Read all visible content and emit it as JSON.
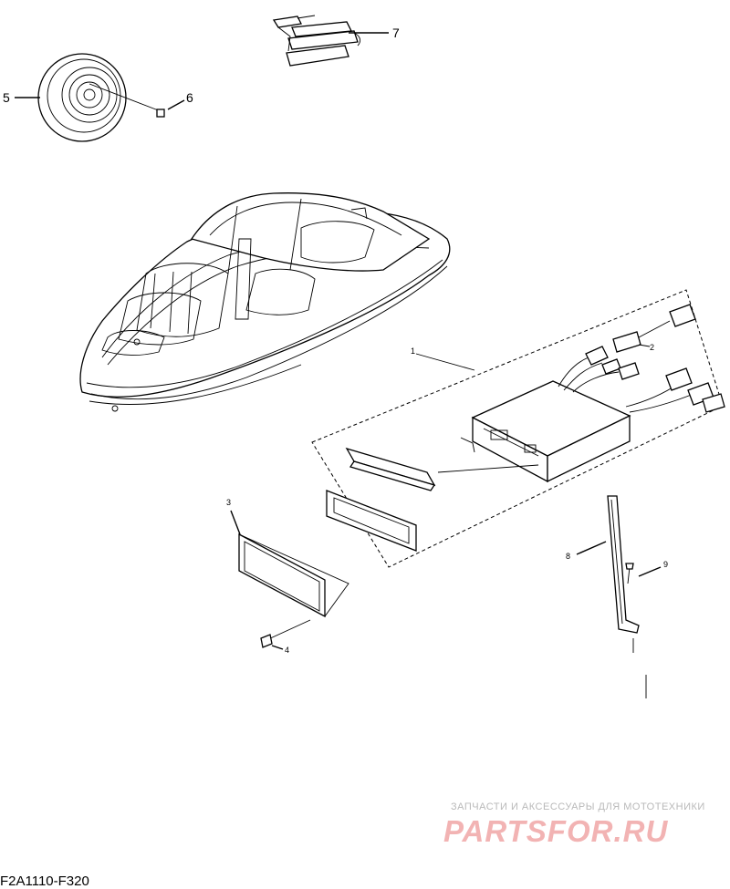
{
  "callouts": [
    "1",
    "2",
    "3",
    "4",
    "5",
    "6",
    "7",
    "8",
    "9"
  ],
  "diagram_code": "F2A1110-F320",
  "watermark": {
    "tagline": "ЗАПЧАСТИ И АКСЕССУАРЫ ДЛЯ МОТОТЕХНИКИ",
    "logo_text": "PARTSFOR.RU"
  }
}
